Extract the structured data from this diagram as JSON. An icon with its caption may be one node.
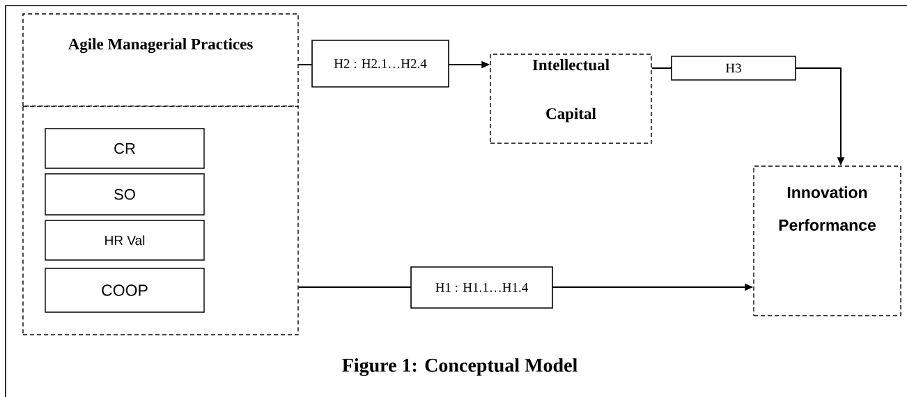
{
  "diagram": {
    "caption": "Figure 1: Conceptual Model",
    "nodes": [
      {
        "text": [
          "Agile Managerial Practices"
        ]
      },
      {
        "text": [],
        "shape": "box"
      },
      {
        "text": [
          "CR"
        ],
        "in": 1
      },
      {
        "text": [
          "SO"
        ],
        "in": 1
      },
      {
        "text": [
          "HR Val"
        ],
        "in": 1
      },
      {
        "text": [
          "COOP"
        ],
        "in": 1
      },
      {
        "text": [
          "Intellectual Capital"
        ]
      },
      {
        "text": [
          "Innovation Performance"
        ]
      }
    ],
    "edges": [
      {
        "from": 0,
        "to": 6,
        "arrow": "to",
        "label": "H2 : H2.1…H2.4"
      },
      {
        "from": 6,
        "to": 7,
        "arrow": "to",
        "label": "H3"
      },
      {
        "from": 1,
        "to": 7,
        "arrow": "to",
        "label": "H1 : H1.1…H1.4"
      }
    ]
  }
}
